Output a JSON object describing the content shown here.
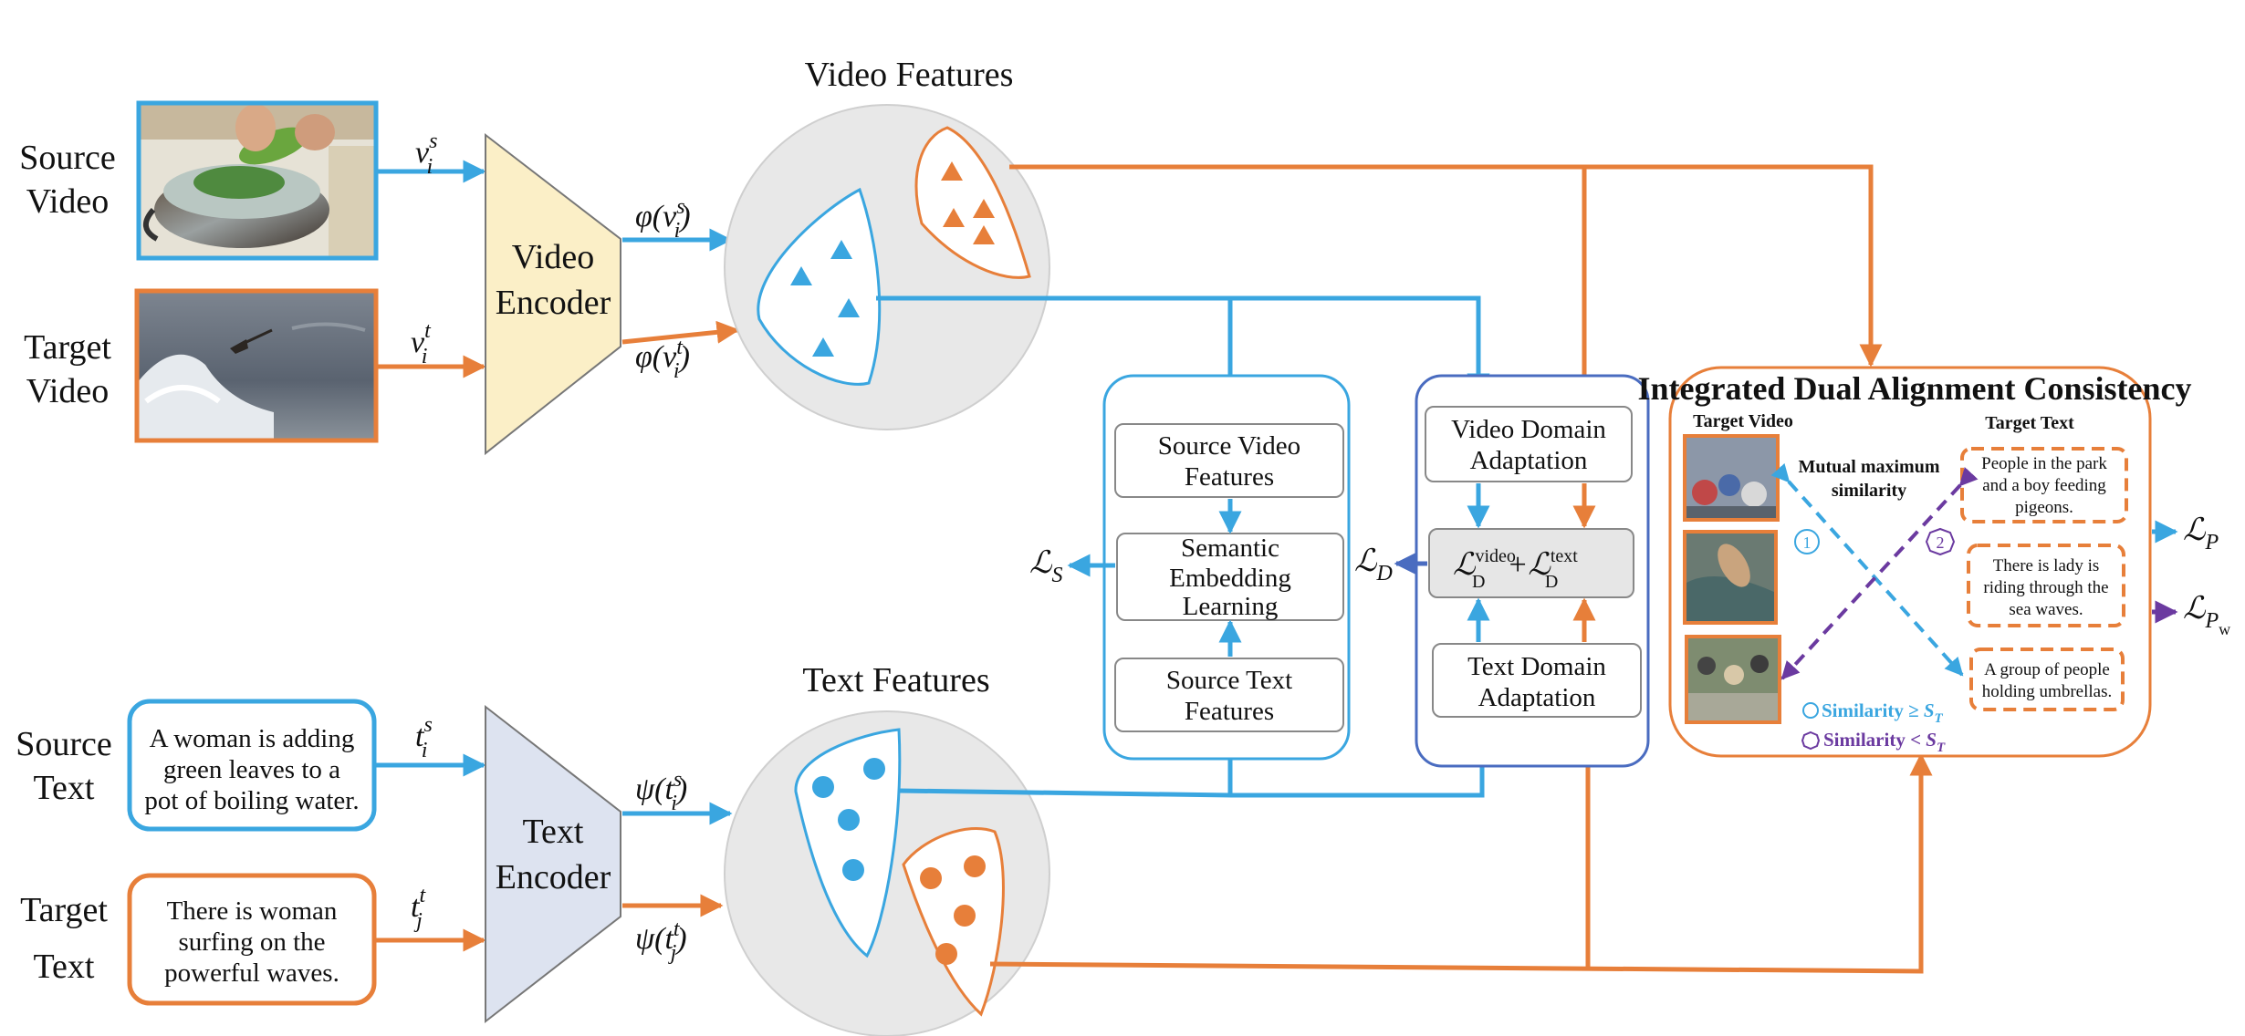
{
  "labels": {
    "source_video": [
      "Source",
      "Video"
    ],
    "target_video": [
      "Target",
      "Video"
    ],
    "source_text": [
      "Source",
      "Text"
    ],
    "target_text": [
      "Target",
      "Text"
    ],
    "video_encoder": [
      "Video",
      "Encoder"
    ],
    "text_encoder": [
      "Text",
      "Encoder"
    ],
    "video_features": "Video Features",
    "text_features": "Text Features"
  },
  "text_inputs": {
    "source": [
      "A woman is adding",
      "green leaves to a",
      "pot of boiling water."
    ],
    "target": [
      "There is woman",
      "surfing on the",
      "powerful waves."
    ]
  },
  "math": {
    "v_s": "v",
    "v_s_sup": "s",
    "v_s_sub": "i",
    "v_t": "v",
    "v_t_sup": "t",
    "v_t_sub": "i",
    "t_s": "t",
    "t_s_sup": "s",
    "t_s_sub": "i",
    "t_t": "t",
    "t_t_sup": "t",
    "t_t_sub": "j",
    "phi_s": "φ(v",
    "phi_t": "φ(v",
    "psi_s": "ψ(t",
    "psi_t": "ψ(t",
    "close": ")",
    "sup_s": "s",
    "sup_t": "t",
    "sub_i": "i",
    "sub_j": "j"
  },
  "semantic_module": {
    "source_video_features": [
      "Source Video",
      "Features"
    ],
    "semantic_embedding": [
      "Semantic",
      "Embedding",
      "Learning"
    ],
    "source_text_features": [
      "Source Text",
      "Features"
    ],
    "loss": "ℒ",
    "loss_sub": "S"
  },
  "domain_module": {
    "video_domain": [
      "Video Domain",
      "Adaptation"
    ],
    "text_domain": [
      "Text Domain",
      "Adaptation"
    ],
    "loss_sum": {
      "l1": "ℒ",
      "sub": "D",
      "sup1": "video",
      "plus": "+ℒ",
      "sup2": "text"
    },
    "loss": "ℒ",
    "loss_sub": "D"
  },
  "idac": {
    "title": "Integrated  Dual Alignment Consistency",
    "target_video": "Target Video",
    "target_text": "Target Text",
    "mutual": [
      "Mutual maximum",
      "similarity"
    ],
    "texts": [
      [
        "People in the park",
        "and a boy feeding",
        "pigeons."
      ],
      [
        "There is lady is",
        "riding through the",
        "sea waves."
      ],
      [
        "A group of people",
        "holding umbrellas."
      ]
    ],
    "markers": [
      "1",
      "2"
    ],
    "legend_ge": "Similarity ≥ ",
    "legend_lt": "Similarity < ",
    "s_t": "S",
    "s_t_sub": "T",
    "loss_p": "ℒ",
    "loss_p_sub": "P",
    "loss_pw": "ℒ",
    "loss_pw_sub": "P",
    "loss_pw_subsub": "w"
  },
  "colors": {
    "blue": "#3aa6e0",
    "orange": "#e77f3a",
    "purple": "#6b3aa0",
    "navy": "#4a6cc0",
    "encoder_video": "#fbefc7",
    "encoder_text": "#dde3f0",
    "feature_bg": "#e8e8e8"
  }
}
